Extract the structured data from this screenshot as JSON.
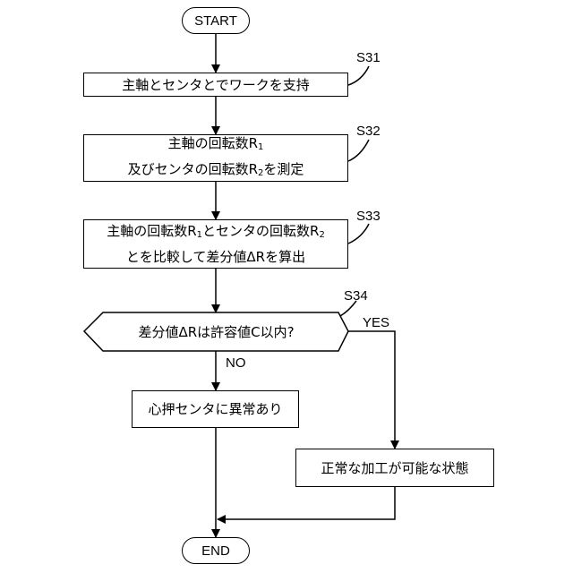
{
  "flowchart": {
    "start": "START",
    "end": "END",
    "steps": {
      "s31": {
        "tag": "S31",
        "text": "主軸とセンタとでワークを支持"
      },
      "s32": {
        "tag": "S32",
        "line1": {
          "a": "主軸の回転数R",
          "sub": "1"
        },
        "line2": {
          "a": "及びセンタの回転数R",
          "sub": "2",
          "b": "を測定"
        }
      },
      "s33": {
        "tag": "S33",
        "line1": {
          "a": "主軸の回転数R",
          "sub1": "1",
          "b": "とセンタの回転数R",
          "sub2": "2"
        },
        "line2": "とを比較して差分値ΔRを算出"
      },
      "s34": {
        "tag": "S34",
        "text": "差分値ΔRは許容値C以内?",
        "yes": "YES",
        "no": "NO"
      }
    },
    "outcomes": {
      "abnormal": "心押センタに異常あり",
      "normal": "正常な加工が可能な状態"
    }
  }
}
